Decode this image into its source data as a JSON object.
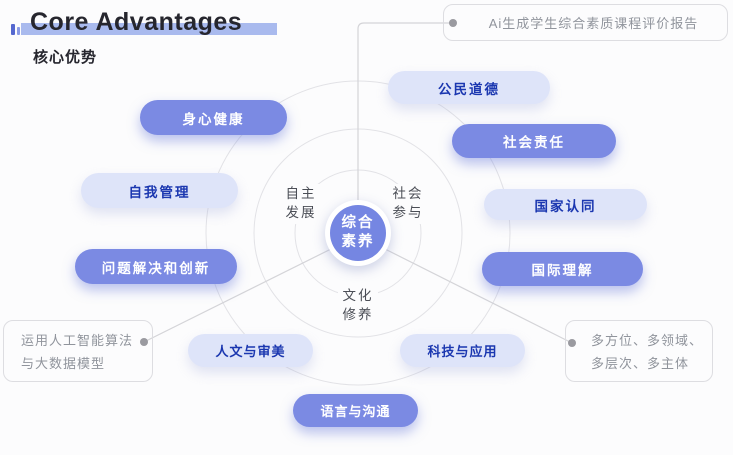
{
  "title": {
    "en": "Core Advantages",
    "zh": "核心优势"
  },
  "diagram": {
    "center": {
      "line1": "综合",
      "line2": "素养"
    },
    "sectors": [
      {
        "id": "autonomous-development",
        "line1": "自主",
        "line2": "发展"
      },
      {
        "id": "social-participation",
        "line1": "社会",
        "line2": "参与"
      },
      {
        "id": "cultural-cultivation",
        "line1": "文化",
        "line2": "修养"
      }
    ],
    "pills": [
      {
        "id": "mental-health",
        "label": "身心健康",
        "style": "solid"
      },
      {
        "id": "self-management",
        "label": "自我管理",
        "style": "light"
      },
      {
        "id": "problem-solving-innovation",
        "label": "问题解决和创新",
        "style": "solid"
      },
      {
        "id": "civic-morality",
        "label": "公民道德",
        "style": "light"
      },
      {
        "id": "social-responsibility",
        "label": "社会责任",
        "style": "solid"
      },
      {
        "id": "national-identity",
        "label": "国家认同",
        "style": "light"
      },
      {
        "id": "international-understanding",
        "label": "国际理解",
        "style": "solid"
      },
      {
        "id": "humanities-aesthetics",
        "label": "人文与审美",
        "style": "light"
      },
      {
        "id": "technology-application",
        "label": "科技与应用",
        "style": "light"
      },
      {
        "id": "language-communication",
        "label": "语言与沟通",
        "style": "solid"
      }
    ]
  },
  "callouts": {
    "top_right": {
      "text": "Ai生成学生综合素质课程评价报告"
    },
    "bottom_left": {
      "line1": "运用人工智能算法",
      "line2": "与大数据模型"
    },
    "bottom_right": {
      "line1": "多方位、多领域、",
      "line2": "多层次、多主体"
    }
  },
  "colors": {
    "pill_solid": "#7b8ae3",
    "pill_light_bg": "#dee4f9",
    "pill_light_text": "#1b37b0",
    "center_circle": "#7586e2",
    "title_highlight": "#a9baee",
    "ring_stroke": "#e2e2e6",
    "connector": "#d4d4d8",
    "dot": "#9a9aa0",
    "callout_text": "#90949c"
  }
}
